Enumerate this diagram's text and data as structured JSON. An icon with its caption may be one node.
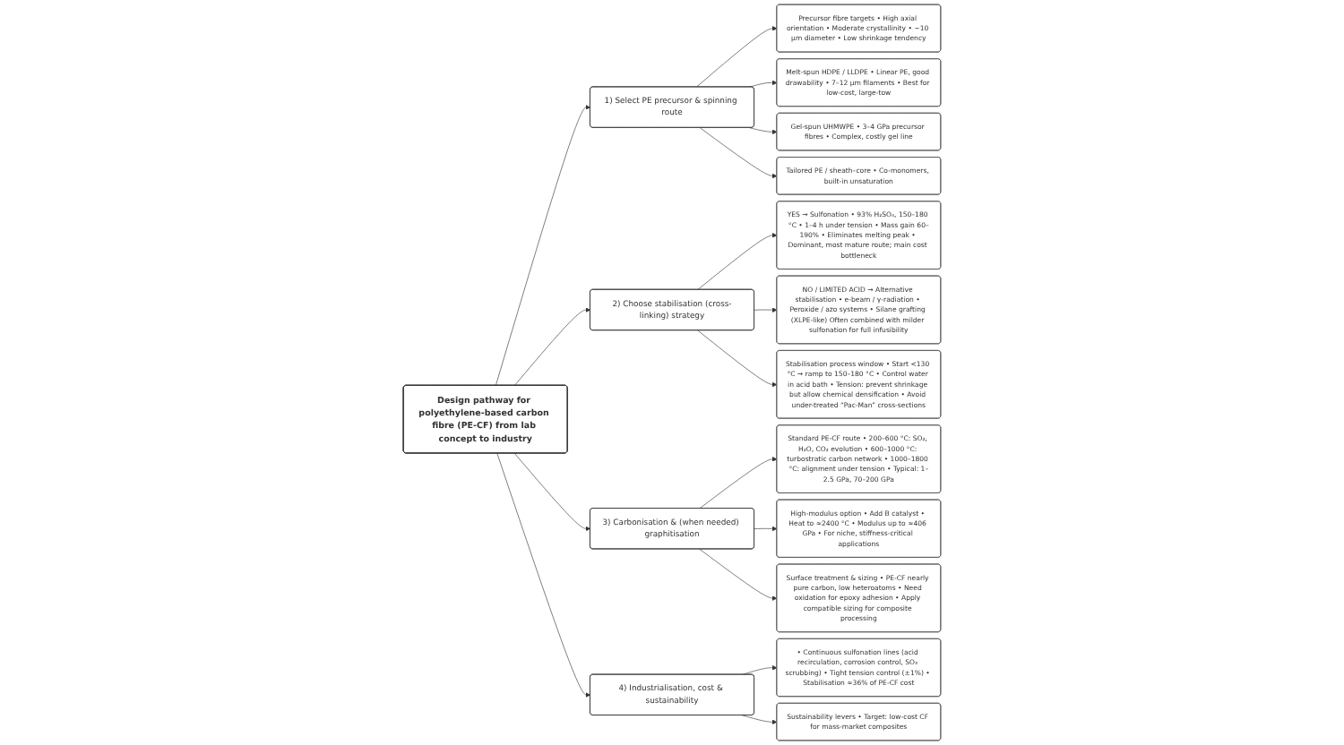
{
  "diagram": {
    "nodes": [
      {
        "text": [
          "Design pathway for polyethylene-based carbon fibre (PE-CF) from lab concept to industry"
        ]
      },
      {
        "text": [
          "1) Select PE precursor & spinning route"
        ]
      },
      {
        "text": [
          "2) Choose stabilisation (cross-linking) strategy"
        ]
      },
      {
        "text": [
          "3) Carbonisation & (when needed) graphitisation"
        ]
      },
      {
        "text": [
          "4) Industrialisation, cost & sustainability"
        ]
      },
      {
        "text": [
          "Precursor fibre targets • High axial orientation • Moderate crystallinity • ~10 µm diameter • Low shrinkage tendency"
        ]
      },
      {
        "text": [
          "Melt-spun HDPE / LLDPE • Linear PE, good drawability • 7–12 µm filaments • Best for low-cost, large-tow"
        ]
      },
      {
        "text": [
          "Gel-spun UHMWPE • 3–4 GPa precursor fibres • Complex, costly gel line"
        ]
      },
      {
        "text": [
          "Tailored PE / sheath–core • Co-monomers, built-in unsaturation"
        ]
      },
      {
        "text": [
          "YES → Sulfonation • 93% H₂SO₄, 150–180 °C • 1–4 h under tension • Mass gain 60–190% • Eliminates melting peak • Dominant, most mature route; main cost bottleneck"
        ]
      },
      {
        "text": [
          "NO / LIMITED ACID → Alternative stabilisation • e-beam / γ-radiation • Peroxide / azo systems • Silane grafting (XLPE-like) Often combined with milder sulfonation for full infusibility"
        ]
      },
      {
        "text": [
          "Stabilisation process window • Start <130 °C → ramp to 150–180 °C • Control water in acid bath • Tension: prevent shrinkage but allow chemical densification • Avoid under-treated “Pac-Man” cross-sections"
        ]
      },
      {
        "text": [
          "Standard PE-CF route • 200–600 °C: SO₂, H₂O, CO₂ evolution • 600–1000 °C: turbostratic carbon network • 1000–1800 °C: alignment under tension • Typical: 1–2.5 GPa, 70–200 GPa"
        ]
      },
      {
        "text": [
          "High-modulus option • Add B catalyst • Heat to ≈2400 °C • Modulus up to ≈406 GPa • For niche, stiffness-critical applications"
        ]
      },
      {
        "text": [
          "Surface treatment & sizing • PE-CF nearly pure carbon, low heteroatoms • Need oxidation for epoxy adhesion • Apply compatible sizing for composite processing"
        ]
      },
      {
        "text": [
          "• Continuous sulfonation lines (acid recirculation, corrosion control, SO₃ scrubbing) • Tight tension control (±1%) • Stabilisation ≈36% of PE-CF cost"
        ]
      },
      {
        "text": [
          "Sustainability levers • Target: low-cost CF for mass-market composites"
        ]
      }
    ],
    "edges": [
      {
        "from": 0,
        "to": 1,
        "arrow": "to"
      },
      {
        "from": 0,
        "to": 2,
        "arrow": "to"
      },
      {
        "from": 0,
        "to": 3,
        "arrow": "to"
      },
      {
        "from": 0,
        "to": 4,
        "arrow": "to"
      },
      {
        "from": 1,
        "to": 5,
        "arrow": "to"
      },
      {
        "from": 1,
        "to": 6,
        "arrow": "to"
      },
      {
        "from": 1,
        "to": 7,
        "arrow": "to"
      },
      {
        "from": 1,
        "to": 8,
        "arrow": "to"
      },
      {
        "from": 2,
        "to": 9,
        "arrow": "to"
      },
      {
        "from": 2,
        "to": 10,
        "arrow": "to"
      },
      {
        "from": 2,
        "to": 11,
        "arrow": "to"
      },
      {
        "from": 3,
        "to": 12,
        "arrow": "to"
      },
      {
        "from": 3,
        "to": 13,
        "arrow": "to"
      },
      {
        "from": 3,
        "to": 14,
        "arrow": "to"
      },
      {
        "from": 4,
        "to": 15,
        "arrow": "to"
      },
      {
        "from": 4,
        "to": 16,
        "arrow": "to"
      }
    ]
  }
}
